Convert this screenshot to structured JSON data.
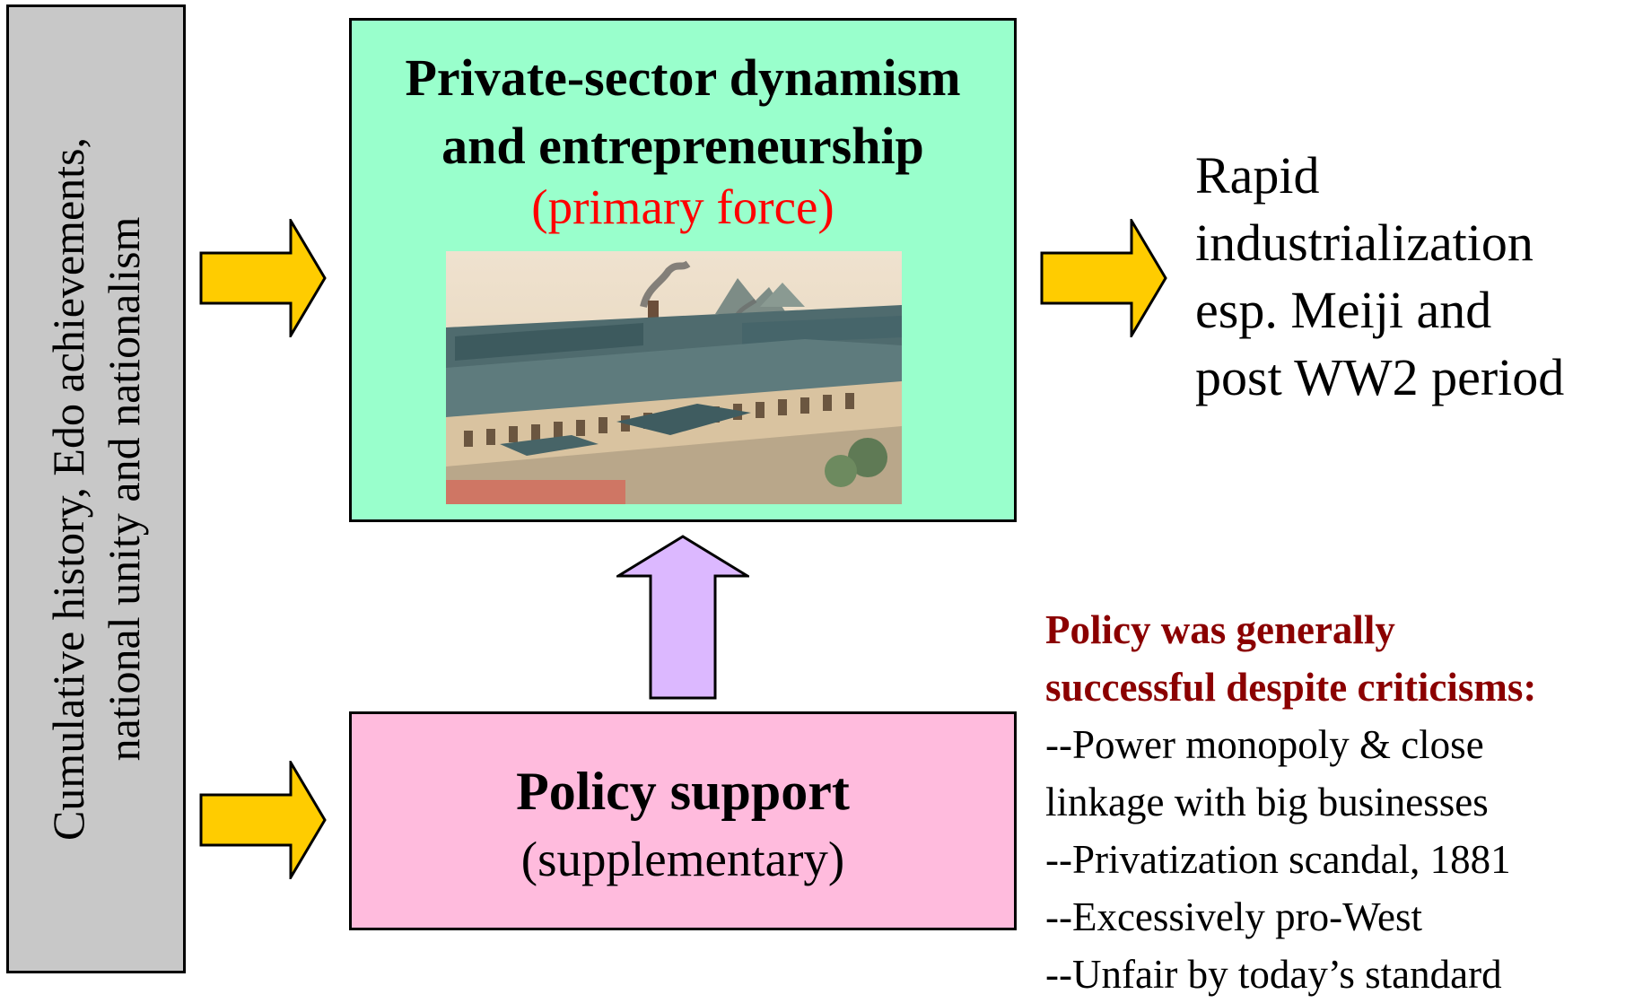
{
  "left_bar": {
    "lines": [
      "Cumulative history, Edo achievements,",
      "national unity and nationalism"
    ]
  },
  "top_box": {
    "title_lines": [
      "Private-sector dynamism",
      "and entrepreneurship"
    ],
    "subtitle": "(primary force)",
    "image": "meiji-era-factory-woodblock-print"
  },
  "bottom_box": {
    "title": "Policy support",
    "subtitle": "(supplementary)"
  },
  "result": {
    "lines": [
      "Rapid",
      "industrialization",
      "esp. Meiji and",
      "post WW2 period"
    ]
  },
  "notes": {
    "heading_lines": [
      "Policy was generally",
      "successful despite criticisms:"
    ],
    "items": [
      "--Power monopoly & close",
      "linkage with big businesses",
      "--Privatization scandal, 1881",
      "--Excessively pro-West",
      "--Unfair by today’s standard"
    ]
  },
  "colors": {
    "left_bar": "#c8c8c8",
    "top_box": "#99ffcc",
    "bottom_box": "#ffbbdd",
    "yellow_arrow": "#ffcc00",
    "purple_arrow": "#dcb8ff",
    "primary_force": "#ff0000",
    "notes_heading": "#8b0000"
  }
}
